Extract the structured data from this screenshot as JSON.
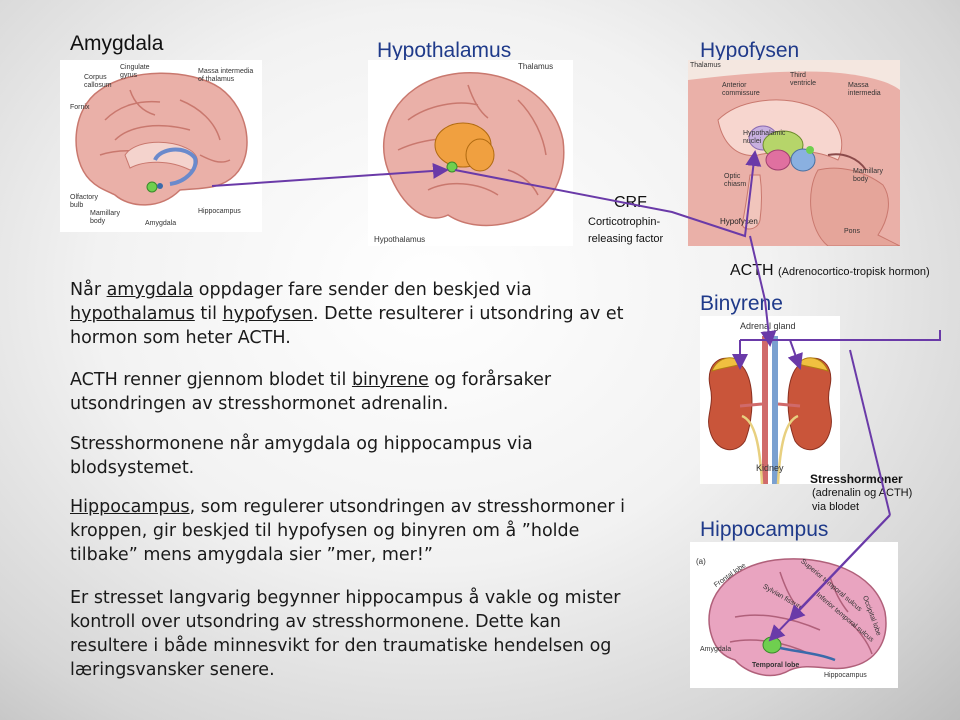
{
  "headers": {
    "amygdala": "Amygdala",
    "hypothalamus": "Hypothalamus",
    "hypofysen": "Hypofysen"
  },
  "crf": {
    "title": "CRF",
    "sub1": "Corticotrophin-",
    "sub2": "releasing factor"
  },
  "acth": {
    "title": "ACTH",
    "sub": "(Adrenocortico-tropisk hormon)"
  },
  "binyrene": "Binyrene",
  "hippocampus": "Hippocampus",
  "stress": {
    "title": "Stresshormoner",
    "sub1": "(adrenalin og ACTH)",
    "sub2": "via blodet"
  },
  "brain1_labels": {
    "cingulate": "Cingulate",
    "gyrus": "gyrus",
    "corpus": "Corpus",
    "callosum": "callosum",
    "massa": "Massa intermedia",
    "of_thalamus": "of thalamus",
    "fornix": "Fornix",
    "olfactory": "Olfactory",
    "bulb": "bulb",
    "mamillary": "Mamillary",
    "body": "body",
    "amygdala": "Amygdala",
    "hippocampus": "Hippocampus"
  },
  "brain2_labels": {
    "thalamus": "Thalamus",
    "hypothalamus": "Hypothalamus"
  },
  "brain3_labels": {
    "thalamus": "Thalamus",
    "third": "Third",
    "ventricle": "ventricle",
    "anterior": "Anterior",
    "commissure": "commissure",
    "massa": "Massa",
    "intermedia": "intermedia",
    "hypothalamic": "Hypothalamic",
    "nuclei": "nuclei",
    "optic": "Optic",
    "chiasm": "chiasm",
    "mamillary": "Mamillary",
    "body": "body",
    "hypofysen": "Hypofysen",
    "pons": "Pons"
  },
  "kidney_labels": {
    "adrenal": "Adrenal gland",
    "kidney": "Kidney"
  },
  "brain4_labels": {
    "a": "(a)",
    "frontal": "Frontal lobe",
    "sylvian": "Sylvian fissure",
    "superior": "Superior temporal sulcus",
    "inferior": "Inferior temporal sulcus",
    "occipital": "Occipital lobe",
    "amygdala": "Amygdala",
    "temporal": "Temporal lobe",
    "hippocampus": "Hippocampus"
  },
  "para1": {
    "p1": "Når ",
    "amygdala": "amygdala",
    "p2": " oppdager fare sender den beskjed via ",
    "hypothalamus": "hypothalamus",
    "p3": " til ",
    "hypofysen": "hypofysen",
    "p4": ". Dette resulterer i utsondring av et hormon som heter ACTH."
  },
  "para2": {
    "p1": "ACTH renner gjennom blodet til ",
    "binyrene": "binyrene",
    "p2": " og forårsaker utsondringen av stresshormonet adrenalin."
  },
  "para3": "Stresshormonene når amygdala og hippocampus via blodsystemet.",
  "para4": {
    "hippocampus": "Hippocampus",
    "p1": ", som regulerer utsondringen av stresshormoner i kroppen, gir beskjed til hypofysen og binyren om å ”holde tilbake” mens amygdala sier ”mer, mer!”"
  },
  "para5": "Er stresset langvarig begynner hippocampus å vakle og mister kontroll over utsondring av stresshormonene. Dette kan resultere i både minnesvikt for den traumatiske hendelsen og læringsvansker senere.",
  "colors": {
    "arrow": "#6a3aa8",
    "blue_header": "#1f3a8a",
    "brain_pink": "#e8a7a0",
    "hypothalamus_orange": "#f0a040"
  }
}
